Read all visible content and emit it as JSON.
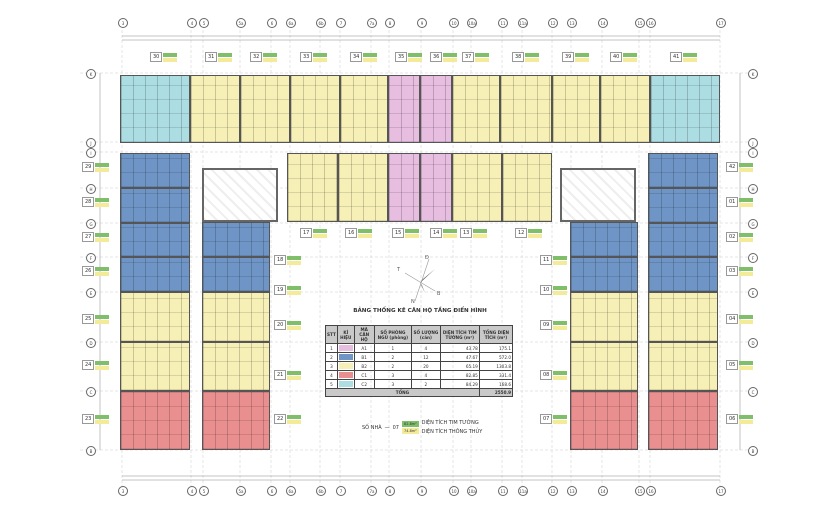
{
  "colors": {
    "A1": "#e7bde0",
    "B1": "#6f95c6",
    "B2": "#f6efb6",
    "C1": "#ea8f90",
    "C2": "#acdde2"
  },
  "axes": {
    "columns": [
      "3",
      "4",
      "5",
      "5a",
      "6",
      "6a",
      "6b",
      "7",
      "7a",
      "8",
      "9",
      "10",
      "10a",
      "11",
      "11a",
      "12",
      "13",
      "14",
      "15",
      "16",
      "17"
    ],
    "rows": [
      "K",
      "J",
      "I",
      "H",
      "G",
      "F",
      "E",
      "D",
      "C",
      "B"
    ]
  },
  "units": [
    {
      "no": "30",
      "type": "C2"
    },
    {
      "no": "31",
      "type": "B2"
    },
    {
      "no": "32",
      "type": "B2"
    },
    {
      "no": "33",
      "type": "B2"
    },
    {
      "no": "34",
      "type": "B2"
    },
    {
      "no": "35",
      "type": "A1"
    },
    {
      "no": "36",
      "type": "A1"
    },
    {
      "no": "37",
      "type": "B2"
    },
    {
      "no": "38",
      "type": "B2"
    },
    {
      "no": "39",
      "type": "B2"
    },
    {
      "no": "40",
      "type": "B2"
    },
    {
      "no": "41",
      "type": "C2"
    },
    {
      "no": "29",
      "type": "B1"
    },
    {
      "no": "28",
      "type": "B1"
    },
    {
      "no": "27",
      "type": "B1"
    },
    {
      "no": "26",
      "type": "B1"
    },
    {
      "no": "25",
      "type": "B2"
    },
    {
      "no": "24",
      "type": "B2"
    },
    {
      "no": "23",
      "type": "C1"
    },
    {
      "no": "18",
      "type": "B1"
    },
    {
      "no": "19",
      "type": "B1"
    },
    {
      "no": "20",
      "type": "B2"
    },
    {
      "no": "21",
      "type": "B2"
    },
    {
      "no": "22",
      "type": "C1"
    },
    {
      "no": "17",
      "type": "B2"
    },
    {
      "no": "16",
      "type": "B2"
    },
    {
      "no": "15",
      "type": "A1"
    },
    {
      "no": "14",
      "type": "A1"
    },
    {
      "no": "13",
      "type": "B2"
    },
    {
      "no": "12",
      "type": "B2"
    },
    {
      "no": "11",
      "type": "B1"
    },
    {
      "no": "10",
      "type": "B1"
    },
    {
      "no": "09",
      "type": "B2"
    },
    {
      "no": "08",
      "type": "B2"
    },
    {
      "no": "07",
      "type": "C1"
    },
    {
      "no": "42",
      "type": "B1"
    },
    {
      "no": "01",
      "type": "B1"
    },
    {
      "no": "02",
      "type": "B1"
    },
    {
      "no": "03",
      "type": "B1"
    },
    {
      "no": "04",
      "type": "B2"
    },
    {
      "no": "05",
      "type": "B2"
    },
    {
      "no": "06",
      "type": "C1"
    }
  ],
  "compass": {
    "north": "N",
    "south": "B",
    "east": "Đ",
    "west": "T"
  },
  "table": {
    "title": "BẢNG THỐNG KÊ CĂN HỘ TẦNG ĐIỂN HÌNH",
    "headers": [
      "STT",
      "KÍ HIỆU",
      "MÃ CĂN HỘ",
      "SỐ PHÒNG NGỦ (phòng)",
      "SỐ LƯỢNG (căn)",
      "DIỆN TÍCH TIM TƯỜNG (m²)",
      "TỔNG DIỆN TÍCH (m²)"
    ],
    "rows": [
      {
        "stt": "1",
        "code": "A1",
        "bedrooms": "1",
        "count": "4",
        "area": "43.78",
        "total": "175.1"
      },
      {
        "stt": "2",
        "code": "B1",
        "bedrooms": "2",
        "count": "12",
        "area": "47.67",
        "total": "572.0"
      },
      {
        "stt": "3",
        "code": "B2",
        "bedrooms": "2",
        "count": "20",
        "area": "65.19",
        "total": "1303.8"
      },
      {
        "stt": "4",
        "code": "C1",
        "bedrooms": "3",
        "count": "4",
        "area": "82.85",
        "total": "331.4"
      },
      {
        "stt": "5",
        "code": "C2",
        "bedrooms": "3",
        "count": "2",
        "area": "84.29",
        "total": "168.6"
      }
    ],
    "total_label": "TỔNG",
    "total_value": "2550.9"
  },
  "legend": {
    "unit_label": "SỐ NHÀ",
    "unit_no": "07",
    "area_gross": "82.8m²",
    "area_net": "74.8m²",
    "gross_label": "DIỆN TÍCH TIM TƯỜNG",
    "net_label": "DIỆN TÍCH THÔNG THỦY"
  }
}
